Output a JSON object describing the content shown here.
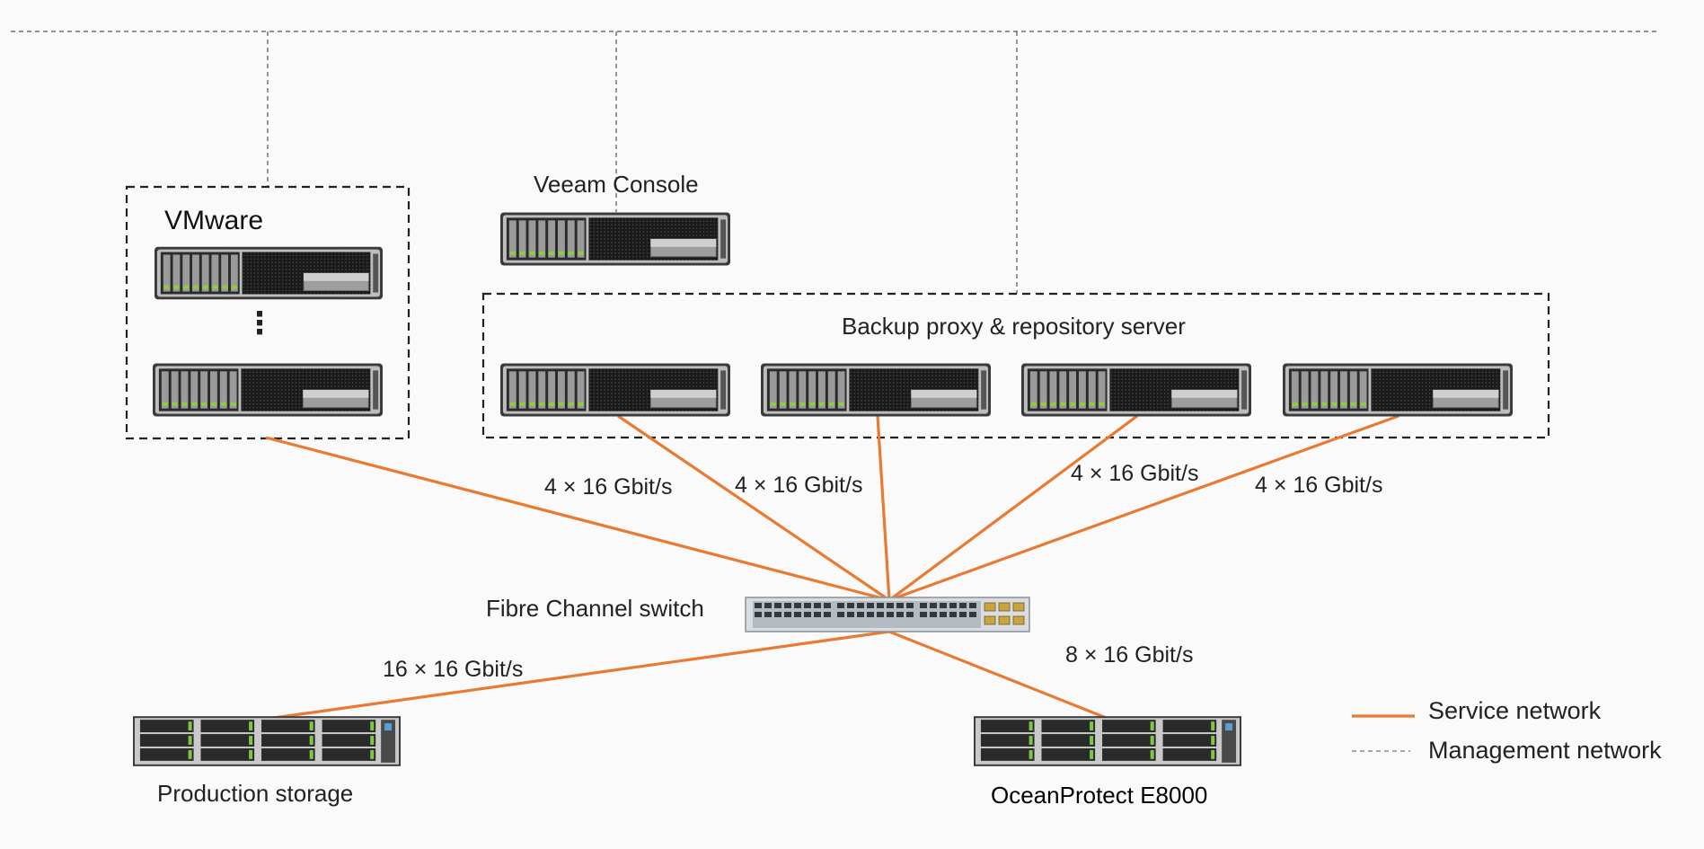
{
  "diagram": {
    "nodes": {
      "vmware": {
        "label": "VMware",
        "ellipsis": "⋮"
      },
      "veeam_console": {
        "label": "Veeam Console"
      },
      "backup_group": {
        "label": "Backup proxy & repository server"
      },
      "fc_switch": {
        "label": "Fibre Channel switch"
      },
      "production_storage": {
        "label": "Production storage"
      },
      "oceanprotect": {
        "label": "OceanProtect E8000"
      }
    },
    "links": {
      "vmware_to_switch": "4 × 16 Gbit/s",
      "proxy1_to_switch": "4 × 16 Gbit/s",
      "proxy3_to_switch": "4 × 16 Gbit/s",
      "proxy4_to_switch": "4 × 16 Gbit/s",
      "switch_to_production": "16 × 16 Gbit/s",
      "switch_to_oceanprotect": "8 × 16 Gbit/s"
    },
    "legend": {
      "service": "Service network",
      "management": "Management network"
    },
    "colors": {
      "service_line": "#E87A32",
      "management_line": "#555555",
      "group_border": "#222222"
    }
  }
}
